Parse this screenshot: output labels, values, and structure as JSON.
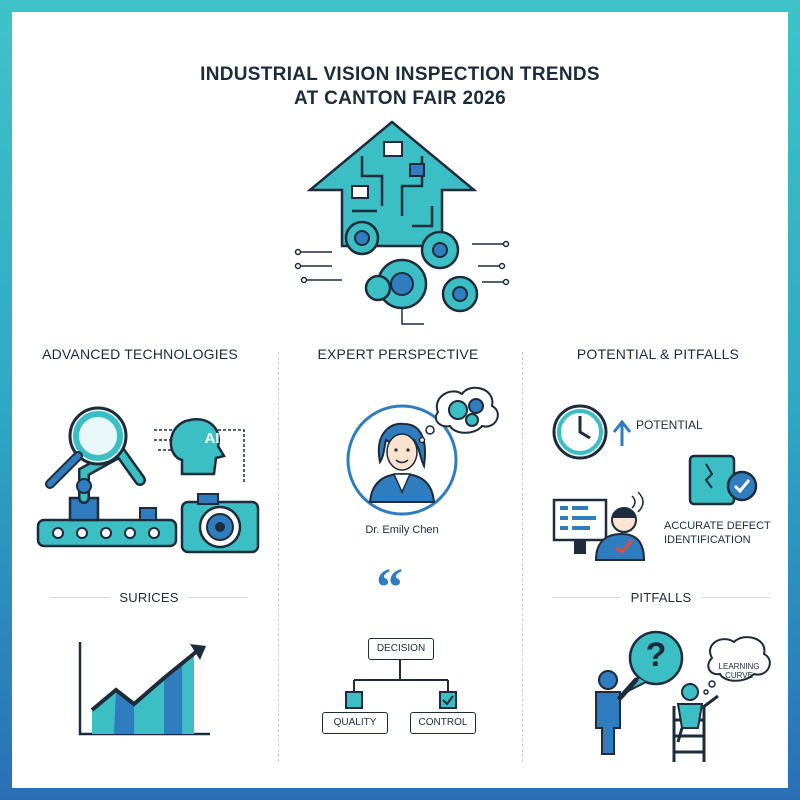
{
  "title": {
    "line1": "INDUSTRIAL VISION INSPECTION TRENDS",
    "line2": "AT CANTON FAIR 2026"
  },
  "columns": {
    "left": {
      "heading": "ADVANCED TECHNOLOGIES",
      "ai_label": "AI",
      "subheading": "SURICES"
    },
    "middle": {
      "heading": "EXPERT PERSPECTIVE",
      "expert_name": "Dr. Emily Chen",
      "flow": {
        "top": "DECISION",
        "left": "QUALITY",
        "right": "CONTROL"
      }
    },
    "right": {
      "heading": "POTENTIAL & PITFALLS",
      "potential_label": "POTENTIAL",
      "accuracy_line1": "ACCURATE DEFECT",
      "accuracy_line2": "IDENTIFICATION",
      "pitfalls_heading": "PITFALLS",
      "bubble_text": "LEARNING CURVE",
      "question_mark": "?"
    }
  },
  "colors": {
    "teal": "#3cbfc4",
    "blue": "#2f7dbf",
    "dark": "#1d2b3a"
  }
}
